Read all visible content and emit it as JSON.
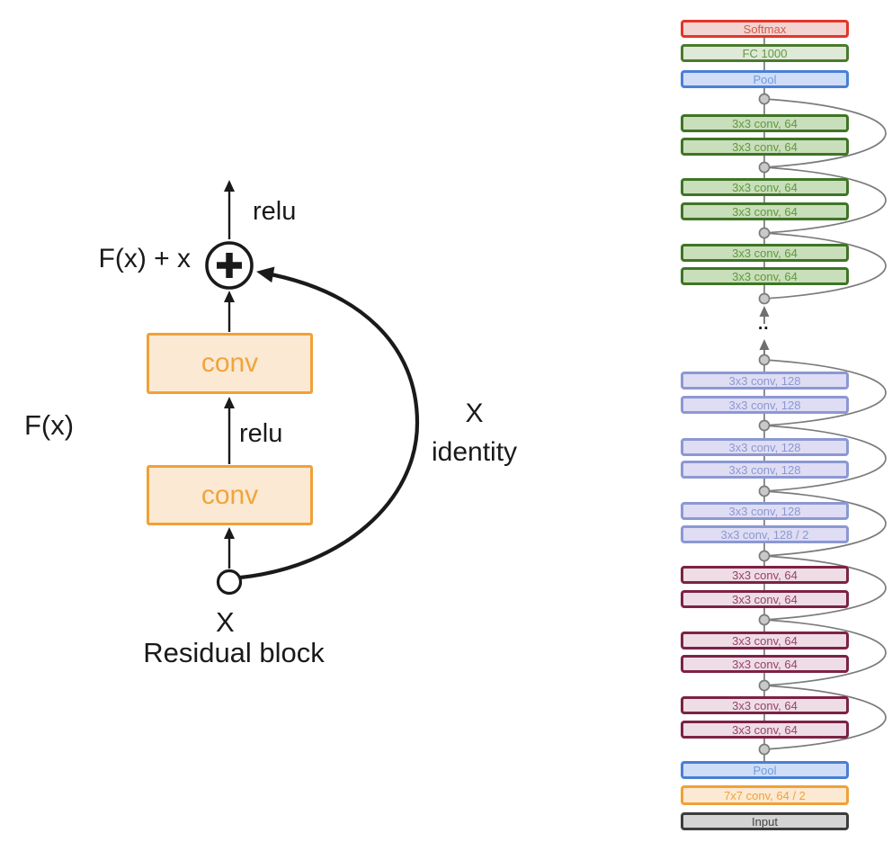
{
  "left_diagram": {
    "relu_top": "relu",
    "sum_label": "F(x) + x",
    "fx_label": "F(x)",
    "conv_top_label": "conv",
    "relu_mid": "relu",
    "conv_bottom_label": "conv",
    "skip_label_line1": "X",
    "skip_label_line2": "identity",
    "input_label": "X",
    "caption": "Residual block"
  },
  "stack": {
    "ellipsis": "..",
    "boxes": [
      {
        "label": "Softmax",
        "type": "softmax"
      },
      {
        "label": "FC 1000",
        "type": "fc"
      },
      {
        "label": "Pool",
        "type": "pool"
      },
      {
        "label": "3x3 conv, 64",
        "type": "conv-green"
      },
      {
        "label": "3x3 conv, 64",
        "type": "conv-green"
      },
      {
        "label": "3x3 conv, 64",
        "type": "conv-green"
      },
      {
        "label": "3x3 conv, 64",
        "type": "conv-green"
      },
      {
        "label": "3x3 conv, 64",
        "type": "conv-green"
      },
      {
        "label": "3x3 conv, 64",
        "type": "conv-green"
      },
      {
        "label": "3x3 conv, 128",
        "type": "conv-purple"
      },
      {
        "label": "3x3 conv, 128",
        "type": "conv-purple"
      },
      {
        "label": "3x3 conv, 128",
        "type": "conv-purple"
      },
      {
        "label": "3x3 conv, 128",
        "type": "conv-purple"
      },
      {
        "label": "3x3 conv, 128",
        "type": "conv-purple"
      },
      {
        "label": "3x3 conv, 128 / 2",
        "type": "conv-purple"
      },
      {
        "label": "3x3 conv, 64",
        "type": "conv-maroon"
      },
      {
        "label": "3x3 conv, 64",
        "type": "conv-maroon"
      },
      {
        "label": "3x3 conv, 64",
        "type": "conv-maroon"
      },
      {
        "label": "3x3 conv, 64",
        "type": "conv-maroon"
      },
      {
        "label": "3x3 conv, 64",
        "type": "conv-maroon"
      },
      {
        "label": "3x3 conv, 64",
        "type": "conv-maroon"
      },
      {
        "label": "Pool",
        "type": "pool"
      },
      {
        "label": "7x7 conv, 64 / 2",
        "type": "conv-orange"
      },
      {
        "label": "Input",
        "type": "input"
      }
    ]
  },
  "colors": {
    "softmax_border": "#e2362a",
    "fc_border": "#4b7a2e",
    "pool_border": "#4a7fd6",
    "conv_green_border": "#3f7526",
    "conv_purple_border": "#8c98d4",
    "conv_maroon_border": "#7c2245",
    "conv_orange_border": "#f0a138",
    "input_border": "#3c3c3c",
    "left_conv_border": "#f0a138",
    "connector_gray": "#7b7b7b",
    "ink_black": "#1a1a1a"
  }
}
